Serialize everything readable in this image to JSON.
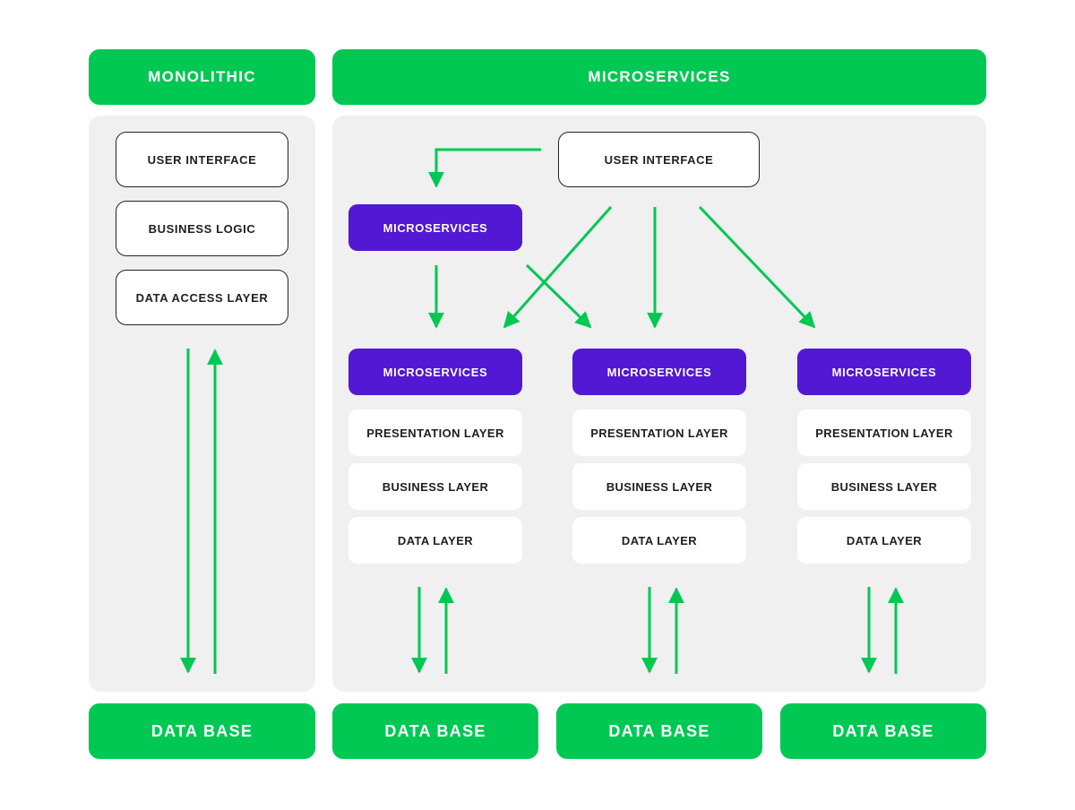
{
  "colors": {
    "green": "#00c853",
    "purple": "#5218d4",
    "panel": "#f0f0f0",
    "text": "#1f1f1f"
  },
  "monolithic": {
    "header": "MONOLITHIC",
    "layers": [
      "USER INTERFACE",
      "BUSINESS LOGIC",
      "DATA ACCESS LAYER"
    ],
    "database": "DATA BASE"
  },
  "microservices": {
    "header": "MICROSERVICES",
    "user_interface": "USER INTERFACE",
    "gateway": "MICROSERVICES",
    "services": [
      {
        "title": "MICROSERVICES",
        "layers": [
          "PRESENTATION LAYER",
          "BUSINESS LAYER",
          "DATA LAYER"
        ],
        "database": "DATA BASE"
      },
      {
        "title": "MICROSERVICES",
        "layers": [
          "PRESENTATION LAYER",
          "BUSINESS LAYER",
          "DATA LAYER"
        ],
        "database": "DATA BASE"
      },
      {
        "title": "MICROSERVICES",
        "layers": [
          "PRESENTATION LAYER",
          "BUSINESS LAYER",
          "DATA LAYER"
        ],
        "database": "DATA BASE"
      }
    ]
  }
}
